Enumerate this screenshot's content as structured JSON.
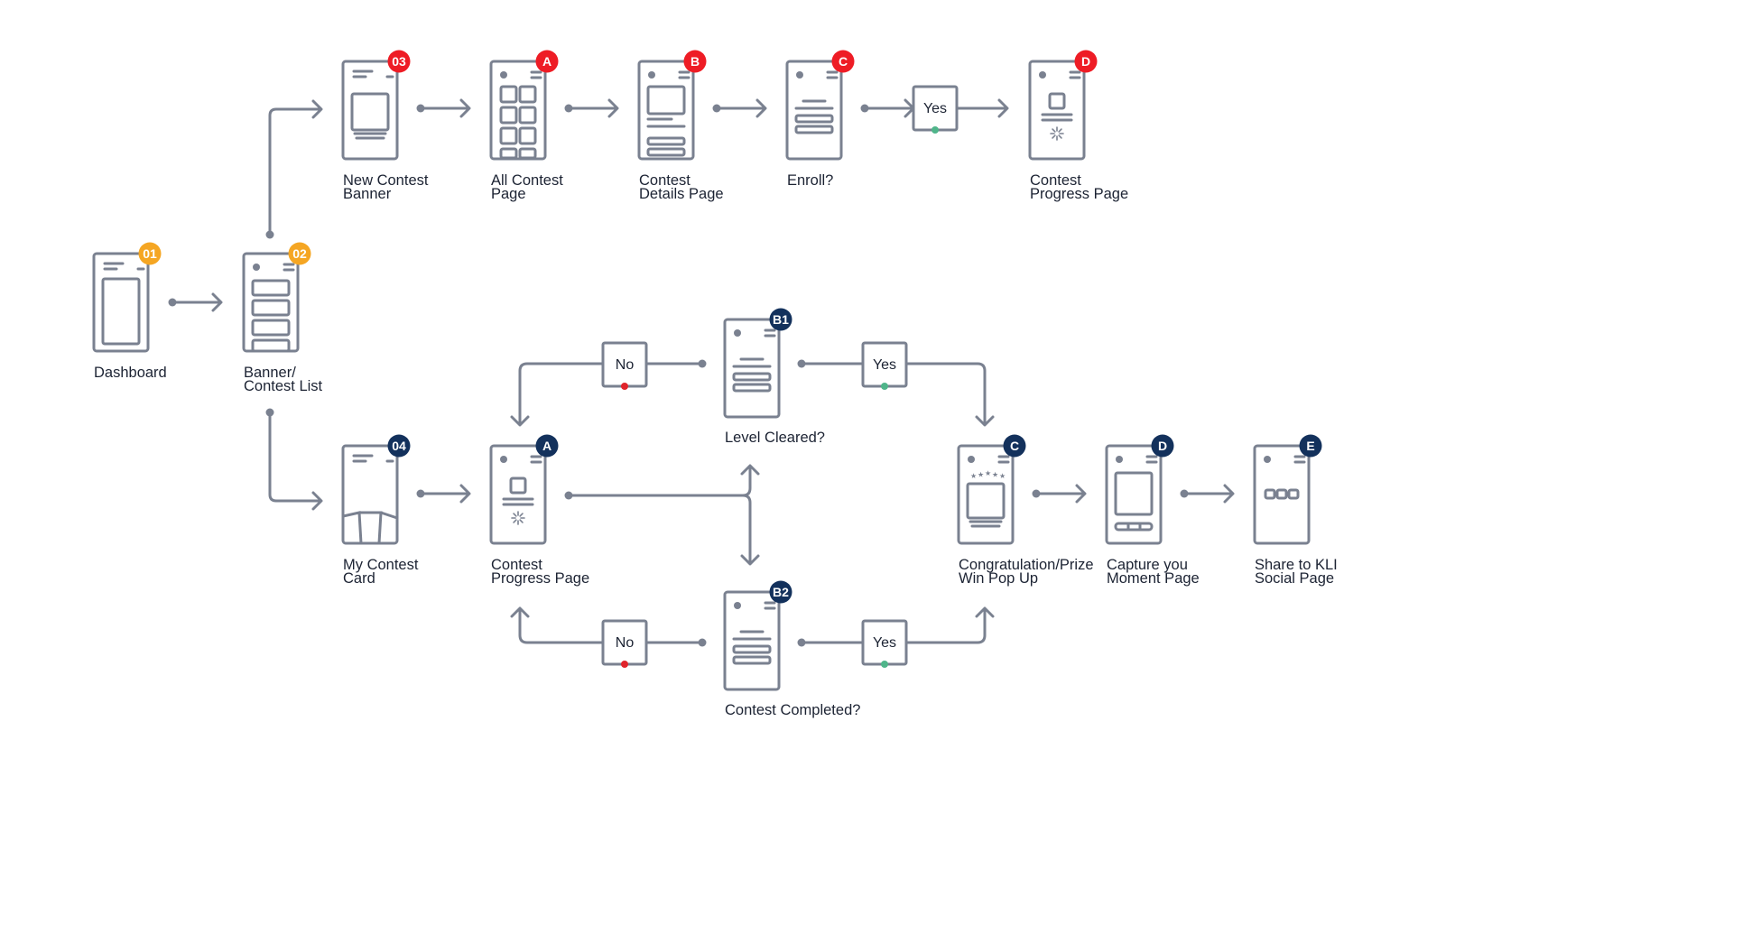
{
  "colors": {
    "orange": "#f5a623",
    "red": "#ee1c25",
    "navy": "#13315c",
    "green": "#4fb58a",
    "no_red": "#e0242b",
    "line": "#7a8190"
  },
  "screens": {
    "dashboard": {
      "badge": "01",
      "label": [
        "Dashboard"
      ],
      "icon": "dashboard-screen-icon"
    },
    "banner_list": {
      "badge": "02",
      "label": [
        "Banner/",
        "Contest List"
      ],
      "icon": "list-screen-icon"
    },
    "new_banner": {
      "badge": "03",
      "label": [
        "New Contest",
        "Banner"
      ],
      "icon": "banner-screen-icon"
    },
    "all_contest": {
      "badge": "A",
      "label": [
        "All Contest",
        "Page"
      ],
      "icon": "grid-screen-icon"
    },
    "contest_details": {
      "badge": "B",
      "label": [
        "Contest",
        "Details Page"
      ],
      "icon": "details-screen-icon"
    },
    "enroll": {
      "badge": "C",
      "label": [
        "Enroll?"
      ],
      "icon": "form-screen-icon"
    },
    "progress_top": {
      "badge": "D",
      "label": [
        "Contest",
        "Progress Page"
      ],
      "icon": "progress-screen-icon"
    },
    "my_contest_card": {
      "badge": "04",
      "label": [
        "My Contest",
        "Card"
      ],
      "icon": "cards-screen-icon"
    },
    "progress_bottom": {
      "badge": "A",
      "label": [
        "Contest",
        "Progress Page"
      ],
      "icon": "progress-screen-icon"
    },
    "level_cleared": {
      "badge": "B1",
      "label": [
        "Level Cleared?"
      ],
      "icon": "form-screen-icon"
    },
    "contest_completed": {
      "badge": "B2",
      "label": [
        "Contest Completed?"
      ],
      "icon": "form-screen-icon"
    },
    "congrats": {
      "badge": "C",
      "label": [
        "Congratulation/Prize",
        "Win Pop Up"
      ],
      "icon": "prize-screen-icon"
    },
    "capture": {
      "badge": "D",
      "label": [
        "Capture you",
        "Moment Page"
      ],
      "icon": "camera-screen-icon"
    },
    "share": {
      "badge": "E",
      "label": [
        "Share to KLI",
        "Social Page"
      ],
      "icon": "share-screen-icon"
    }
  },
  "decisions": {
    "enroll_yes": {
      "text": "Yes",
      "status": "yes"
    },
    "level_no": {
      "text": "No",
      "status": "no"
    },
    "level_yes": {
      "text": "Yes",
      "status": "yes"
    },
    "completed_no": {
      "text": "No",
      "status": "no"
    },
    "completed_yes": {
      "text": "Yes",
      "status": "yes"
    }
  }
}
